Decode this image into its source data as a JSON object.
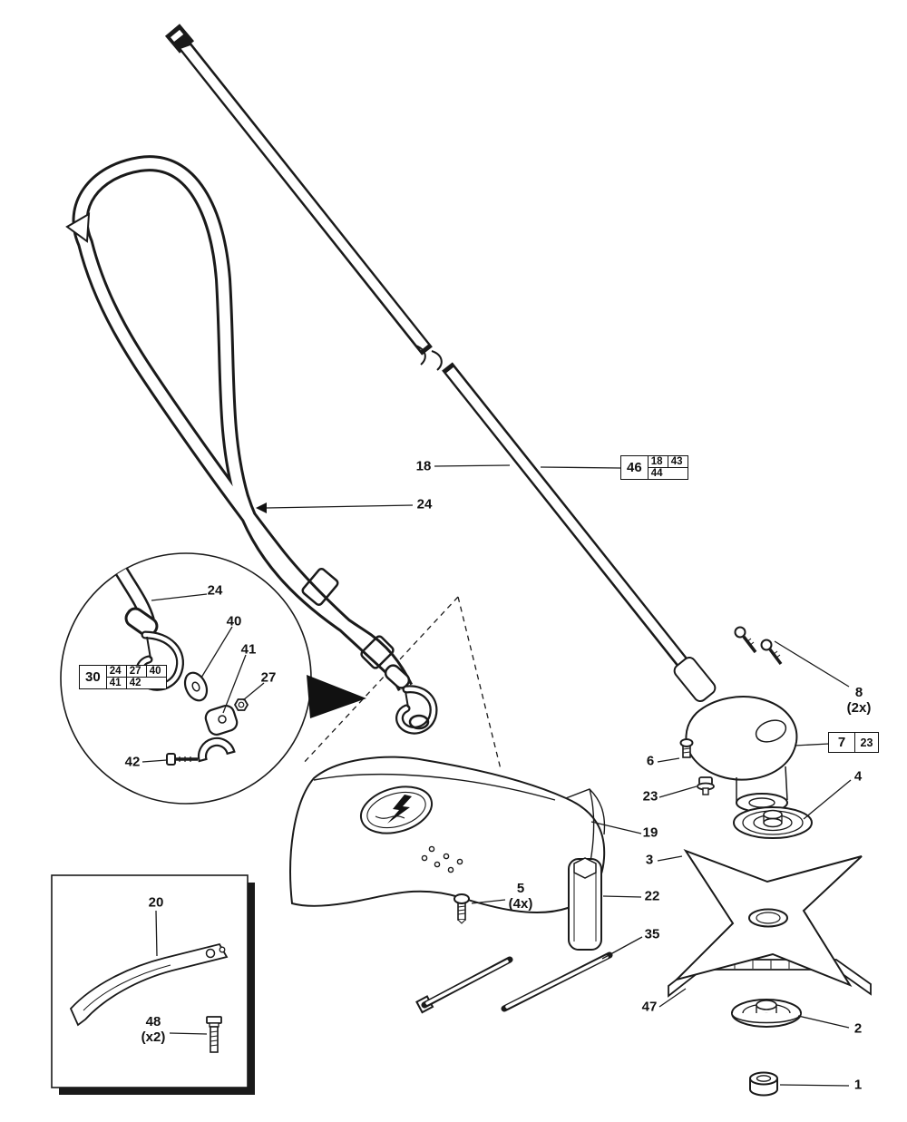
{
  "colors": {
    "background": "#ffffff",
    "line": "#1a1a1a"
  },
  "callouts": {
    "shaft": "18",
    "strap": "24",
    "strap_detail": "24",
    "hook_plate": "40",
    "hook_cover": "41",
    "nut_small": "27",
    "clamp_screw": "42",
    "gear_screws": "8",
    "gear_screws_qty": "(2x)",
    "mount_bolt": "6",
    "flange_bolt": "23",
    "upper_flange": "4",
    "blade": "3",
    "deflector": "19",
    "deflector_screw": "5",
    "deflector_screw_qty": "(4x)",
    "socket_wrench": "22",
    "locking_rod": "35",
    "transport_guard": "47",
    "lower_flange": "2",
    "blade_nut": "1",
    "bracket": "20",
    "bracket_screw": "48",
    "bracket_screw_qty": "(x2)"
  },
  "group_boxes": {
    "shaft_group": {
      "main": "46",
      "row1": [
        "18",
        "43"
      ],
      "row2": [
        "44"
      ]
    },
    "strap_group": {
      "main": "30",
      "row1": [
        "24",
        "27",
        "40"
      ],
      "row2": [
        "41",
        "42"
      ]
    },
    "gearhead_group": {
      "main": "7",
      "row1": [
        "23"
      ]
    }
  }
}
